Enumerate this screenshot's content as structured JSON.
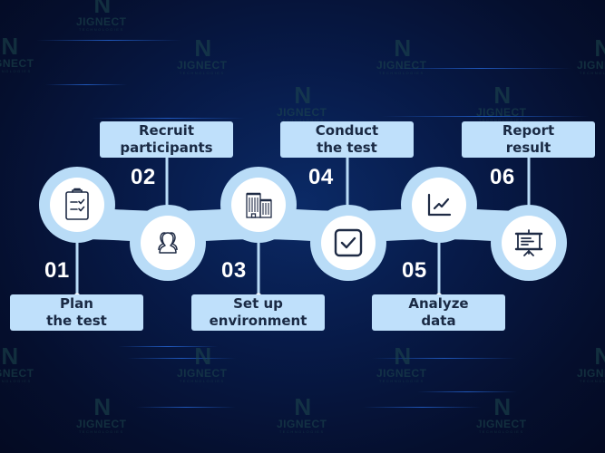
{
  "watermark": {
    "logo_letter": "N",
    "brand": "JIGNECT",
    "tagline": "TECHNOLOGIES"
  },
  "colors": {
    "background_center": "#0b2a66",
    "background_edge": "#040a22",
    "ring": "#b9dcf7",
    "circle_fill": "#ffffff",
    "label_box": "#bfe0fb",
    "label_text": "#1a2a44",
    "icon_stroke": "#1f2b45",
    "step_number": "#ffffff"
  },
  "steps": [
    {
      "number": "01",
      "title_line1": "Plan",
      "title_line2": "the test",
      "icon": "clipboard-checklist-icon",
      "label_position": "bottom"
    },
    {
      "number": "02",
      "title_line1": "Recruit",
      "title_line2": "participants",
      "icon": "user-group-icon",
      "label_position": "top"
    },
    {
      "number": "03",
      "title_line1": "Set up",
      "title_line2": "environment",
      "icon": "office-building-icon",
      "label_position": "bottom"
    },
    {
      "number": "04",
      "title_line1": "Conduct",
      "title_line2": "the test",
      "icon": "checkbox-checked-icon",
      "label_position": "top"
    },
    {
      "number": "05",
      "title_line1": "Analyze",
      "title_line2": "data",
      "icon": "line-chart-icon",
      "label_position": "bottom"
    },
    {
      "number": "06",
      "title_line1": "Report",
      "title_line2": "result",
      "icon": "presentation-board-icon",
      "label_position": "top"
    }
  ]
}
